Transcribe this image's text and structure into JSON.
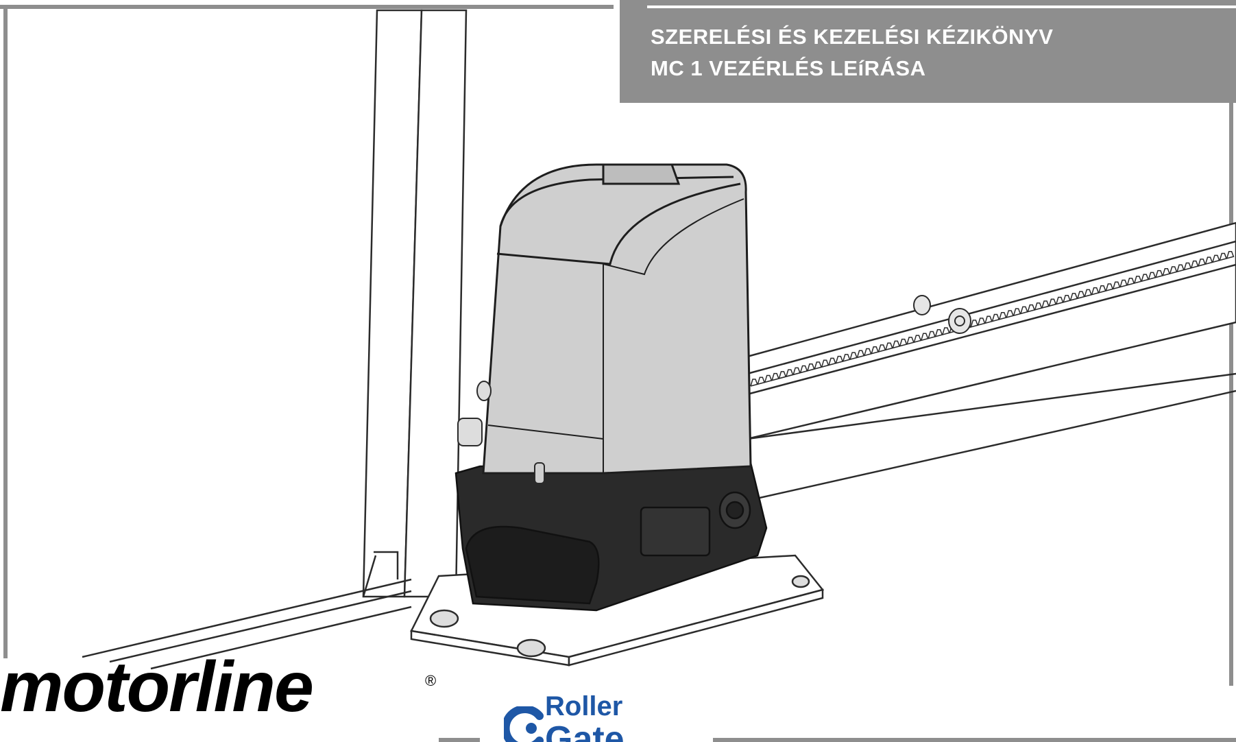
{
  "header": {
    "title_line1": "SZERELÉSI ÉS KEZELÉSI KÉZIKÖNYV",
    "title_line2": "MC 1 VEZÉRLÉS LEíRÁSA"
  },
  "brand": {
    "name": "motorline",
    "registered_mark": "®"
  },
  "partner_logo": {
    "line1": "Roller",
    "line2": "Gate",
    "color": "#1e57a6"
  },
  "colors": {
    "band": "#8e8e8e",
    "motor_cover": "#cfcfcf",
    "motor_base": "#2a2a2a",
    "line": "#2b2b2b"
  },
  "illustration": {
    "subject": "sliding gate motor on mounting plate with gear rack"
  }
}
